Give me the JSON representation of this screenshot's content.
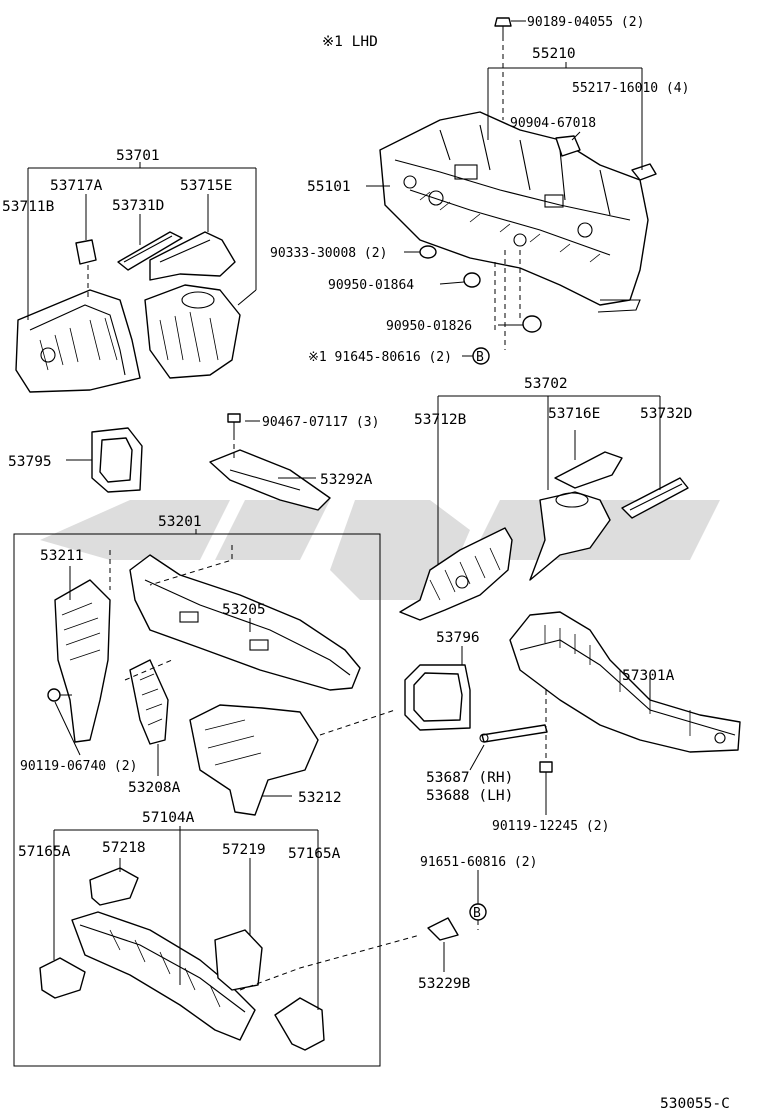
{
  "diagram": {
    "header_note": "※1 LHD",
    "footer_code": "530055-C",
    "watermark_color": "#c8c8c8",
    "callouts": {
      "c1": "90189-04055 (2)",
      "c2": "55210",
      "c3": "55217-16010 (4)",
      "c4": "90904-67018",
      "c5": "55101",
      "c6": "90333-30008 (2)",
      "c7": "90950-01864",
      "c8": "90950-01826",
      "c9": "※1 91645-80616 (2)",
      "c10": "53701",
      "c11": "53717A",
      "c12": "53715E",
      "c13": "53711B",
      "c14": "53731D",
      "c15": "53702",
      "c16": "53712B",
      "c17": "53716E",
      "c18": "53732D",
      "c19": "90467-07117 (3)",
      "c20": "53292A",
      "c21": "53795",
      "c22": "53201",
      "c23": "53211",
      "c24": "53205",
      "c25": "53796",
      "c26": "57301A",
      "c27": "90119-06740 (2)",
      "c28": "53208A",
      "c29": "53212",
      "c30": "53687 (RH)",
      "c31": "53688 (LH)",
      "c32": "90119-12245 (2)",
      "c33": "57104A",
      "c34": "57165A",
      "c35": "57218",
      "c36": "57219",
      "c37": "57165A",
      "c38": "91651-60816 (2)",
      "c39": "53229B"
    },
    "marker_symbol": "B"
  }
}
